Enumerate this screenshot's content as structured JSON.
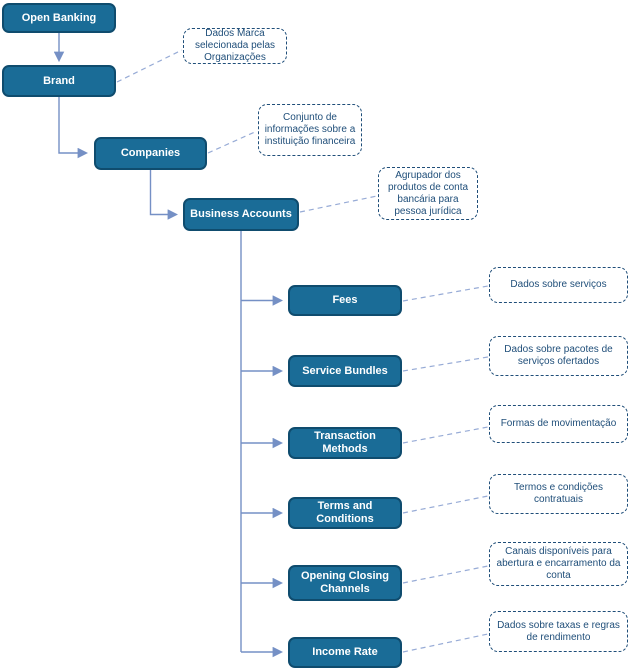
{
  "diagram": {
    "title": "Open Banking business accounts hierarchy",
    "nodes": [
      {
        "id": "open-banking",
        "label": "Open Banking"
      },
      {
        "id": "brand",
        "label": "Brand"
      },
      {
        "id": "companies",
        "label": "Companies"
      },
      {
        "id": "business-accounts",
        "label": "Business Accounts"
      },
      {
        "id": "fees",
        "label": "Fees"
      },
      {
        "id": "service-bundles",
        "label": "Service Bundles"
      },
      {
        "id": "transaction-methods",
        "label": "Transaction Methods"
      },
      {
        "id": "terms-and-conditions",
        "label": "Terms and Conditions"
      },
      {
        "id": "opening-closing-channels",
        "label": "Opening Closing Channels"
      },
      {
        "id": "income-rate",
        "label": "Income Rate"
      }
    ],
    "edges": [
      {
        "from": "Open Banking",
        "to": "Brand"
      },
      {
        "from": "Brand",
        "to": "Companies"
      },
      {
        "from": "Companies",
        "to": "Business Accounts"
      },
      {
        "from": "Business Accounts",
        "to": "Fees"
      },
      {
        "from": "Business Accounts",
        "to": "Service Bundles"
      },
      {
        "from": "Business Accounts",
        "to": "Transaction Methods"
      },
      {
        "from": "Business Accounts",
        "to": "Terms and Conditions"
      },
      {
        "from": "Business Accounts",
        "to": "Opening Closing Channels"
      },
      {
        "from": "Business Accounts",
        "to": "Income Rate"
      }
    ],
    "notes": [
      {
        "for": "brand",
        "text": "Dados Marca selecionada pelas Organizações"
      },
      {
        "for": "companies",
        "text": "Conjunto de informações sobre a instituição financeira"
      },
      {
        "for": "business-accounts",
        "text": "Agrupador dos produtos de conta bancária para pessoa jurídica"
      },
      {
        "for": "fees",
        "text": "Dados sobre serviços"
      },
      {
        "for": "service-bundles",
        "text": "Dados sobre pacotes de serviços ofertados"
      },
      {
        "for": "transaction-methods",
        "text": "Formas de movimentação"
      },
      {
        "for": "terms-and-conditions",
        "text": "Termos e condições contratuais"
      },
      {
        "for": "opening-closing-channels",
        "text": "Canais disponíveis para abertura e encarramento da conta"
      },
      {
        "for": "income-rate",
        "text": "Dados sobre taxas e regras de rendimento"
      }
    ],
    "colors": {
      "node_fill": "#1a6c97",
      "node_border": "#0f4c6e",
      "node_text": "#ffffff",
      "connector": "#7590c5",
      "dashed_connector": "#97abd6",
      "note_border": "#1f4e79",
      "note_text": "#1f4e79",
      "background": "#ffffff"
    }
  }
}
